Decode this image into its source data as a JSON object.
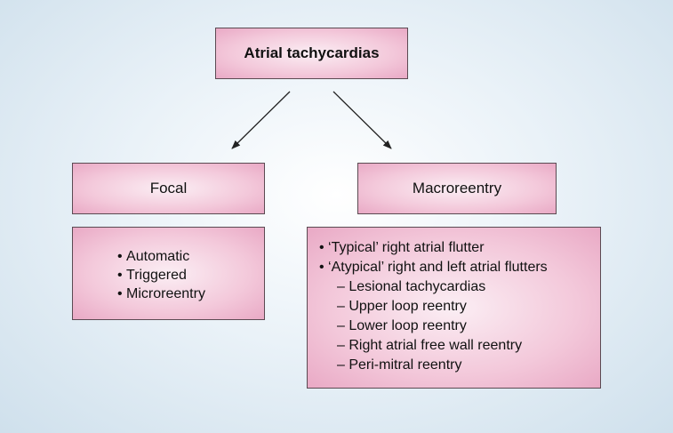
{
  "root": {
    "label": "Atrial tachycardias"
  },
  "branches": {
    "focal": {
      "label": "Focal",
      "items": [
        "Automatic",
        "Triggered",
        "Microreentry"
      ]
    },
    "macroreentry": {
      "label": "Macroreentry",
      "items": [
        {
          "text": "‘Typical’ right atrial flutter",
          "style": "bullet"
        },
        {
          "text": "‘Atypical’ right and left atrial flutters",
          "style": "bullet"
        },
        {
          "text": "Lesional tachycardias",
          "style": "dash"
        },
        {
          "text": "Upper loop reentry",
          "style": "dash"
        },
        {
          "text": "Lower loop reentry",
          "style": "dash"
        },
        {
          "text": "Right atrial free wall reentry",
          "style": "dash"
        },
        {
          "text": "Peri-mitral reentry",
          "style": "dash"
        }
      ]
    }
  },
  "colors": {
    "box_fill": "#f3c8da",
    "box_border": "#5b4a52",
    "background": "#dbe8f1",
    "arrow": "#222222"
  }
}
